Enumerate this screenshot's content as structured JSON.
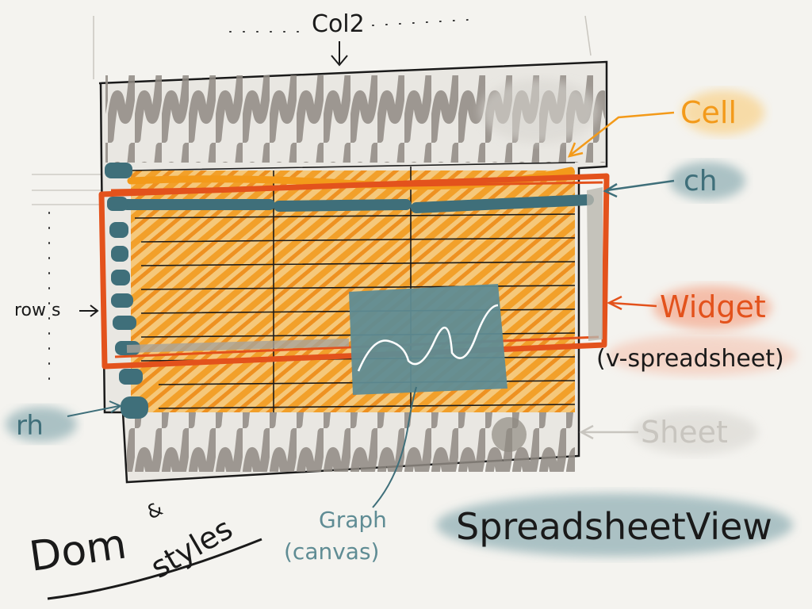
{
  "labels": {
    "col2": "Col2",
    "cell": "Cell",
    "ch": "ch",
    "widget": "Widget",
    "v_spreadsheet": "(v-spreadsheet)",
    "sheet": "Sheet",
    "rows": "row s",
    "rh": "rh",
    "graph": "Graph",
    "canvas": "(canvas)",
    "spreadsheetview": "SpreadsheetView",
    "dom": "Dom",
    "amp": "&",
    "styles": "styles"
  },
  "colors": {
    "ink": "#1a1a1a",
    "gray": "#8f8a82",
    "orange": "#f39a1a",
    "orange_label_bg": "#f8d9a0",
    "teal": "#3f6f7a",
    "teal_label_bg": "#9fb9bd",
    "red": "#e3521c",
    "red_label_bg": "#f4b9a3",
    "sheet_label": "#c8c5bf",
    "graph_bg": "#5f8c94"
  }
}
